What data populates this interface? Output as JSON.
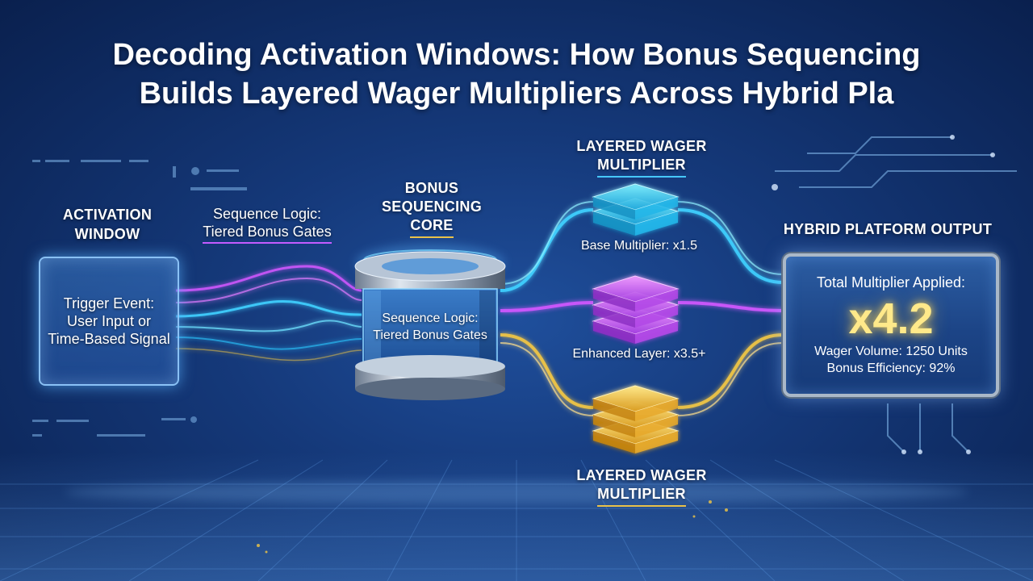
{
  "title": {
    "line1": "Decoding Activation Windows: How Bonus Sequencing",
    "line2": "Builds Layered Wager Multipliers Across Hybrid Pla"
  },
  "activation": {
    "heading_line1": "ACTIVATION",
    "heading_line2": "WINDOW",
    "box_line1": "Trigger Event:",
    "box_line2": "User Input or",
    "box_line3": "Time-Based Signal"
  },
  "sequence_label": {
    "line1": "Sequence Logic:",
    "line2": "Tiered Bonus Gates"
  },
  "core": {
    "heading_line1": "BONUS",
    "heading_line2": "SEQUENCING",
    "heading_line3": "CORE",
    "body_line1": "Sequence Logic:",
    "body_line2": "Tiered Bonus Gates"
  },
  "layers": {
    "top_heading_line1": "LAYERED WAGER",
    "top_heading_line2": "MULTIPLIER",
    "base_label": "Base Multiplier: x1.5",
    "enhanced_label": "Enhanced Layer: x3.5+",
    "bottom_heading_line1": "LAYERED WAGER",
    "bottom_heading_line2": "MULTIPLIER"
  },
  "output": {
    "heading": "HYBRID PLATFORM OUTPUT",
    "label": "Total Multiplier Applied:",
    "multiplier": "x4.2",
    "wager_volume": "Wager Volume: 1250 Units",
    "bonus_efficiency": "Bonus Efficiency: 92%"
  },
  "colors": {
    "cyan": "#3fd0ff",
    "magenta": "#d257ff",
    "gold": "#f2c744",
    "background": "#15397a"
  },
  "icons": {
    "core": "cylinder-core-icon",
    "cyan_stack": "cyan-layer-stack-icon",
    "magenta_stack": "magenta-layer-stack-icon",
    "gold_stack": "gold-layer-stack-icon"
  }
}
